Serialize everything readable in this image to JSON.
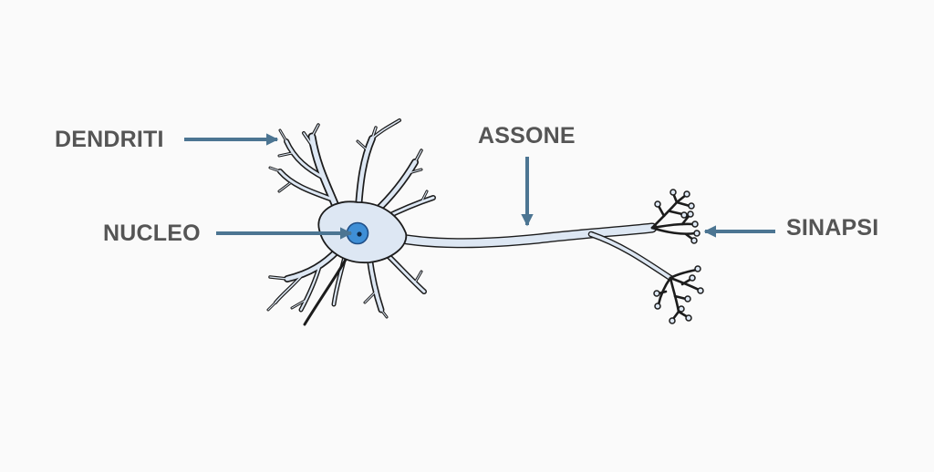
{
  "labels": {
    "dendrites": "DENDRITI",
    "nucleus": "NUCLEO",
    "axon": "ASSONE",
    "synapse": "SINAPSI"
  },
  "colors": {
    "background": "#fafafa",
    "label_text": "#555555",
    "arrow": "#4c7592",
    "cell_fill": "#dde7f3",
    "cell_outline": "#1c1c1c",
    "nucleus_fill": "#3f8fd6",
    "nucleolus": "#0d2744"
  }
}
